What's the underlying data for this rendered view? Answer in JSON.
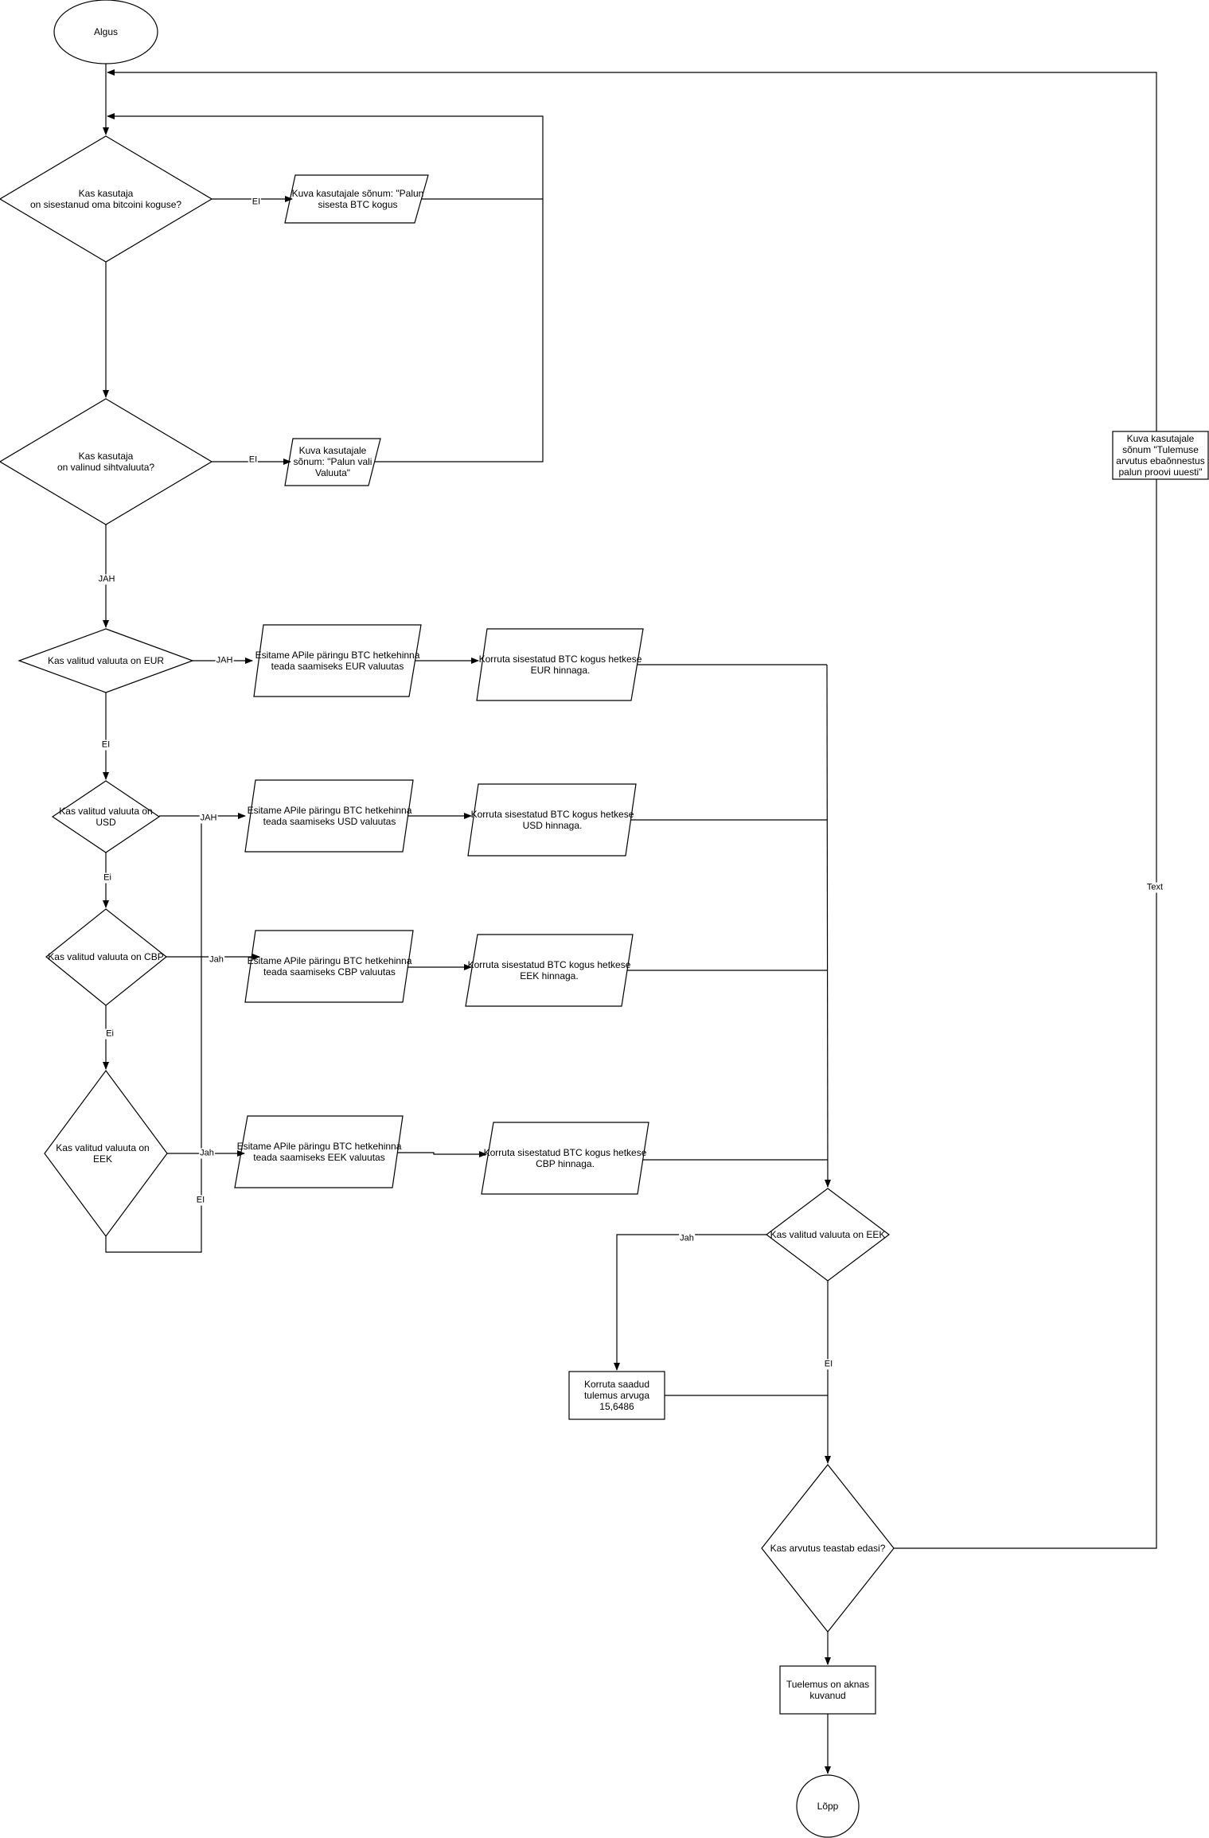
{
  "nodes": {
    "start": "Algus",
    "q_btc_amount": "Kas kasutaja\non sisestanud oma bitcoini koguse?",
    "msg_enter_btc": "Kuva kasutajale sõnum: \"Palun\nsisesta BTC kogus",
    "q_target_currency": "Kas kasutaja\non valinud sihtvaluuta?",
    "msg_choose_currency": "Kuva kasutajale\nsõnum: \"Palun vali\nValuuta\"",
    "q_eur": "Kas valitud valuuta on EUR",
    "api_eur": "Esitame APile päringu BTC hetkehinna\nteada saamiseks EUR valuutas",
    "mult_eur": "Korruta sisestatud BTC kogus hetkese\nEUR hinnaga.",
    "q_usd": "Kas valitud valuuta on\nUSD",
    "api_usd": "Esitame APile päringu BTC hetkehinna\nteada saamiseks USD valuutas",
    "mult_usd": "Korruta sisestatud BTC kogus hetkese\nUSD hinnaga.",
    "q_cbp": "Kas valitud valuuta on CBP",
    "api_cbp": "Esitame APile päringu BTC hetkehinna\nteada saamiseks CBP valuutas",
    "mult_cbp": "Korruta sisestatud BTC kogus hetkese\nEEK hinnaga.",
    "q_eek": "Kas valitud valuuta on\nEEK",
    "api_eek": "Esitame APile päringu BTC hetkehinna\nteada saamiseks EEK valuutas",
    "mult_eek": "Korruta sisestatud BTC kogus hetkese\nCBP hinnaga.",
    "q_eek2": "Kas valitud valuuta on EEK",
    "mult_result": "Korruta saadud\ntulemus arvuga\n15,6486",
    "q_success": "Kas arvutus teastab edasi?",
    "msg_failed": "Kuva kasutajale\nsõnum \"Tulemuse\narvutus ebaõnnestus\npalun proovi uuesti\"",
    "result_shown": "Tuelemus on aknas\nkuvanud",
    "end": "Lõpp"
  },
  "edge_labels": {
    "btc_no": "EI",
    "currency_no": "EI",
    "currency_yes": "JAH",
    "eur_yes": "JAH",
    "eur_no": "EI",
    "usd_yes": "JAH",
    "usd_no": "Ei",
    "cbp_yes": "Jah",
    "cbp_no": "Ei",
    "eek_yes": "Jah",
    "eek_no": "EI",
    "eek2_yes": "Jah",
    "eek2_no": "EI",
    "retry": "Text"
  }
}
